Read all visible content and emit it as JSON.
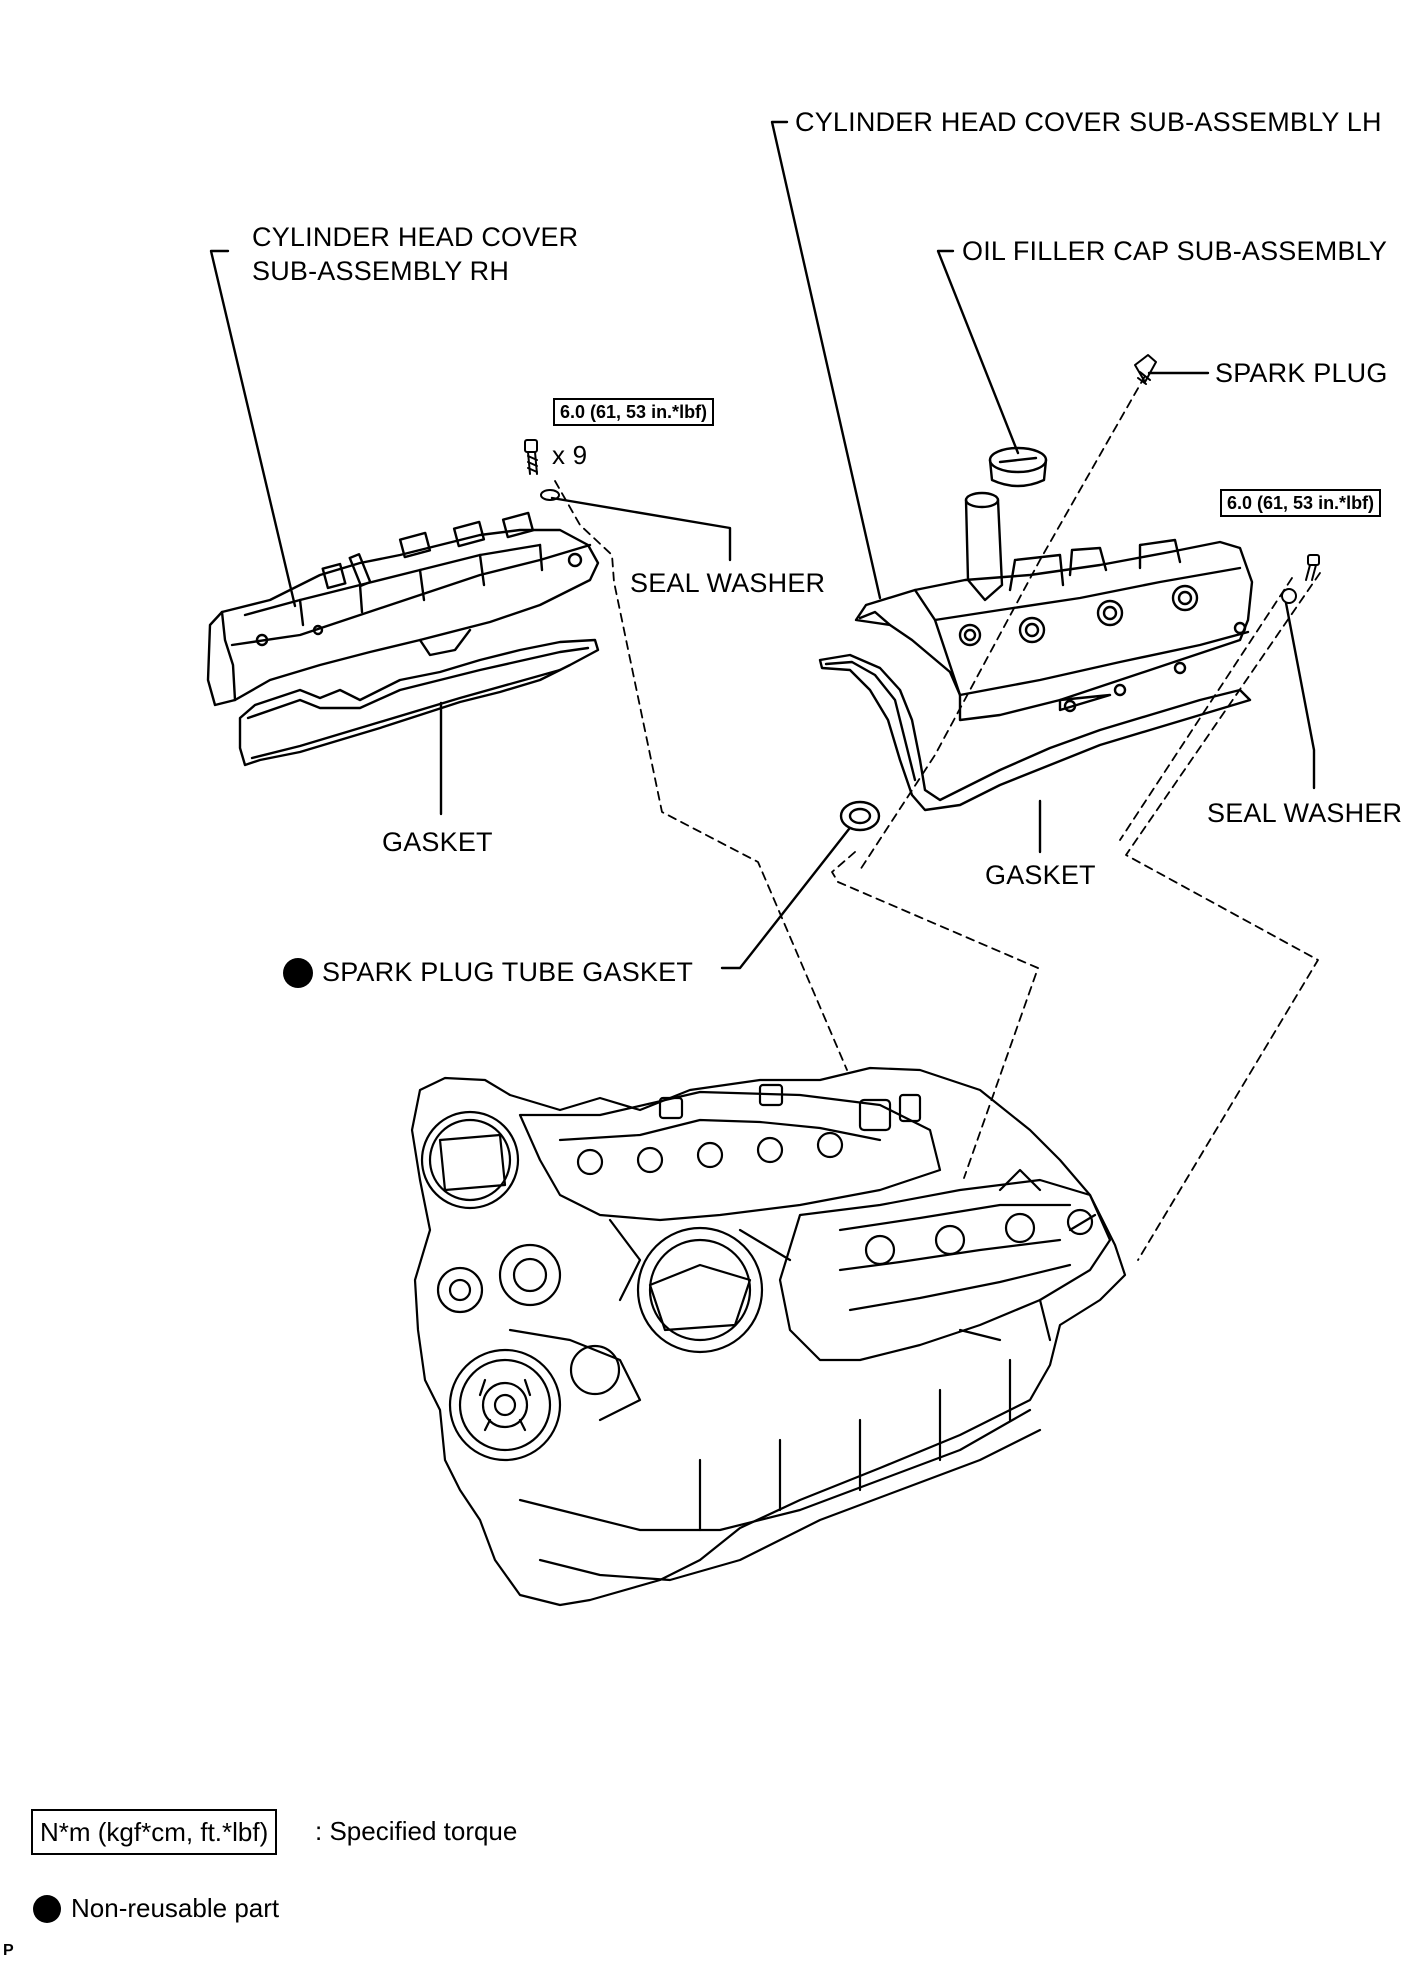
{
  "labels": {
    "cover_lh": "CYLINDER HEAD COVER SUB-ASSEMBLY LH",
    "cover_rh_line1": "CYLINDER HEAD COVER",
    "cover_rh_line2": "SUB-ASSEMBLY RH",
    "oil_filler_cap": "OIL FILLER CAP SUB-ASSEMBLY",
    "spark_plug": "SPARK PLUG",
    "seal_washer_rh": "SEAL WASHER",
    "seal_washer_lh": "SEAL WASHER",
    "gasket_rh": "GASKET",
    "gasket_lh": "GASKET",
    "spark_plug_tube_gasket": "SPARK PLUG TUBE GASKET",
    "bolt_count": "x 9"
  },
  "torque_specs": {
    "rh_bolts": "6.0 (61, 53 in.*lbf)",
    "lh_bolts": "6.0 (61, 53 in.*lbf)"
  },
  "legend": {
    "torque_unit_box": "N*m (kgf*cm, ft.*lbf)",
    "torque_desc": ": Specified torque",
    "non_reusable_desc": "Non-reusable part"
  },
  "corner_mark": "P"
}
